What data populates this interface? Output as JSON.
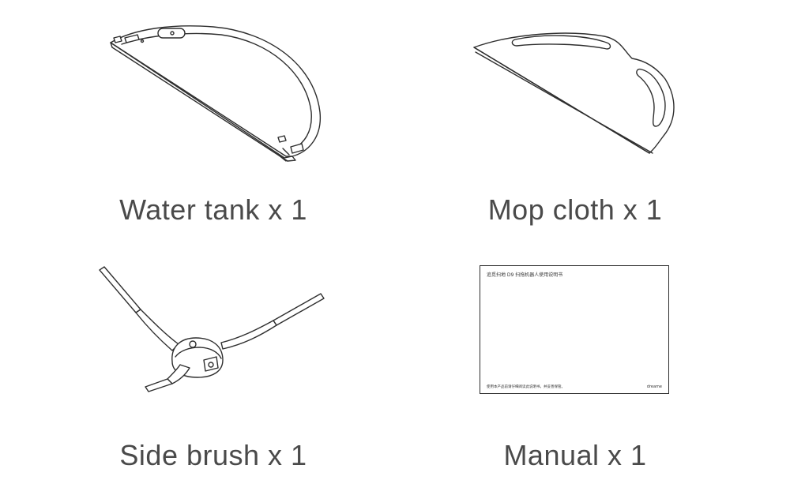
{
  "items": [
    {
      "name": "water-tank",
      "icon": "water-tank-icon",
      "caption": "Water tank x 1"
    },
    {
      "name": "mop-cloth",
      "icon": "mop-cloth-icon",
      "caption": "Mop cloth x 1"
    },
    {
      "name": "side-brush",
      "icon": "side-brush-icon",
      "caption": "Side brush x 1"
    },
    {
      "name": "manual",
      "icon": "manual-icon",
      "caption": "Manual x 1"
    }
  ],
  "manual": {
    "title": "追觅扫地 D9 扫拖机器人使用说明书",
    "footer": "使用本产品前请仔细阅读此说明书，并妥善保管。",
    "brand": "dreame"
  }
}
